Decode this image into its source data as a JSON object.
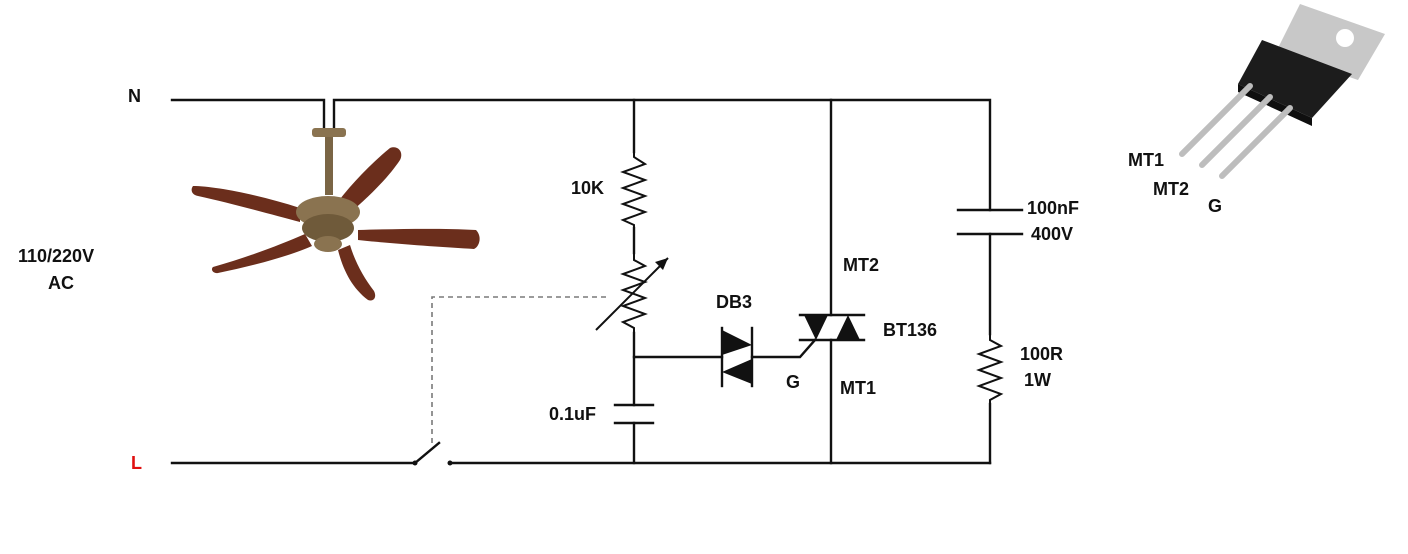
{
  "colors": {
    "wire": "#111111",
    "line_label": "#e01010",
    "fan_blade": "#6b2e1c",
    "fan_metal": "#8a7350",
    "device_body": "#1c1c1c",
    "device_tab": "#c8c8c8"
  },
  "labels": {
    "neutral": "N",
    "line": "L",
    "supply_voltage": "110/220V",
    "supply_type": "AC",
    "resistor_10k": "10K",
    "capacitor_timing": "0.1uF",
    "diac": "DB3",
    "gate": "G",
    "triac_mt2": "MT2",
    "triac_mt1": "MT1",
    "triac_part": "BT136",
    "snubber_cap_value": "100nF",
    "snubber_cap_voltage": "400V",
    "snubber_res_value": "100R",
    "snubber_res_power": "1W",
    "pin_mt1": "MT1",
    "pin_mt2": "MT2",
    "pin_g": "G"
  },
  "icons": {
    "fan": "ceiling-fan-icon",
    "device": "to220-package-icon"
  }
}
